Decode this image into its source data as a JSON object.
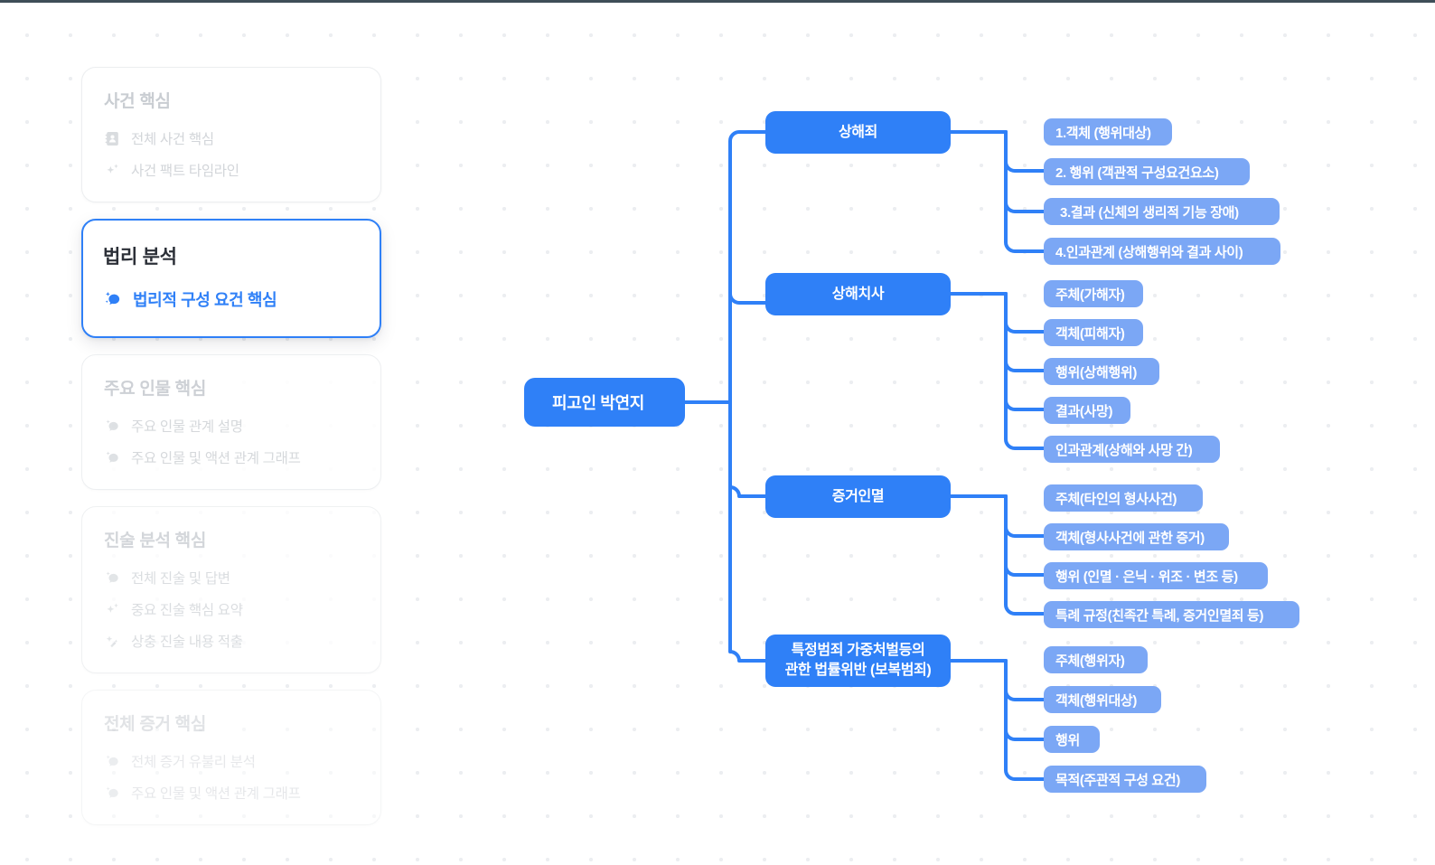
{
  "page": {
    "top_strip_color": "#3f4e58",
    "background_color": "#ffffff",
    "dot_color": "#eceef1"
  },
  "theme": {
    "accent": "#2f80f7",
    "leaf_fill": "#7ba7f5",
    "muted_text": "#d2d5d9",
    "title_text": "#2c3038",
    "card_border": "#eceef0"
  },
  "sidebar": {
    "cards": [
      {
        "title": "사건 핵심",
        "active": false,
        "items": [
          {
            "label": "전체 사건 핵심",
            "icon": "contact-book-icon"
          },
          {
            "label": "사건 팩트 타임라인",
            "icon": "sparkle-icon"
          }
        ]
      },
      {
        "title": "법리 분석",
        "active": true,
        "items": [
          {
            "label": "법리적 구성 요건 핵심",
            "icon": "chat-sparkle-icon"
          }
        ]
      },
      {
        "title": "주요 인물 핵심",
        "active": false,
        "items": [
          {
            "label": "주요 인물 관계 설명",
            "icon": "chat-sparkle-icon"
          },
          {
            "label": "주요 인물 및 액션 관계 그래프",
            "icon": "chat-sparkle-icon"
          }
        ]
      },
      {
        "title": "진술 분석 핵심",
        "active": false,
        "items": [
          {
            "label": "전체 진술 및 답변",
            "icon": "chat-sparkle-icon"
          },
          {
            "label": "중요 진술 핵심 요약",
            "icon": "sparkle-icon"
          },
          {
            "label": "상충 진술 내용 적출",
            "icon": "sparkle-pen-icon"
          }
        ]
      },
      {
        "title": "전체 증거 핵심",
        "active": false,
        "items": [
          {
            "label": "전체 증거 유불리 분석",
            "icon": "chat-sparkle-icon"
          },
          {
            "label": "주요 인물 및 액션 관계 그래프",
            "icon": "chat-sparkle-icon"
          }
        ]
      }
    ]
  },
  "mindmap": {
    "root": {
      "label": "피고인 박연지"
    },
    "branches": [
      {
        "label": "상해죄",
        "label_lines": [
          "상해죄"
        ],
        "leaves": [
          "1.객체 (행위대상)",
          "2. 행위 (객관적 구성요건요소)",
          "3.결과 (신체의 생리적 기능 장애)",
          "4.인과관계 (상해행위와 결과 사이)"
        ]
      },
      {
        "label": "상해치사",
        "label_lines": [
          "상해치사"
        ],
        "leaves": [
          "주체(가해자)",
          "객체(피해자)",
          "행위(상해행위)",
          "결과(사망)",
          "인과관계(상해와 사망 간)"
        ]
      },
      {
        "label": "증거인멸",
        "label_lines": [
          "증거인멸"
        ],
        "leaves": [
          "주체(타인의 형사사건)",
          "객체(형사사건에 관한 증거)",
          "행위 (인멸 · 은닉 · 위조 · 변조 등)",
          "특례 규정(친족간 특례, 증거인멸죄 등)"
        ]
      },
      {
        "label": "특정범죄 가중처벌등의 관한 법률위반 (보복범죄)",
        "label_lines": [
          "특정범죄 가중처벌등의",
          "관한 법률위반 (보복범죄)"
        ],
        "leaves": [
          "주체(행위자)",
          "객체(행위대상)",
          "행위",
          "목적(주관적 구성 요건)"
        ]
      }
    ]
  }
}
